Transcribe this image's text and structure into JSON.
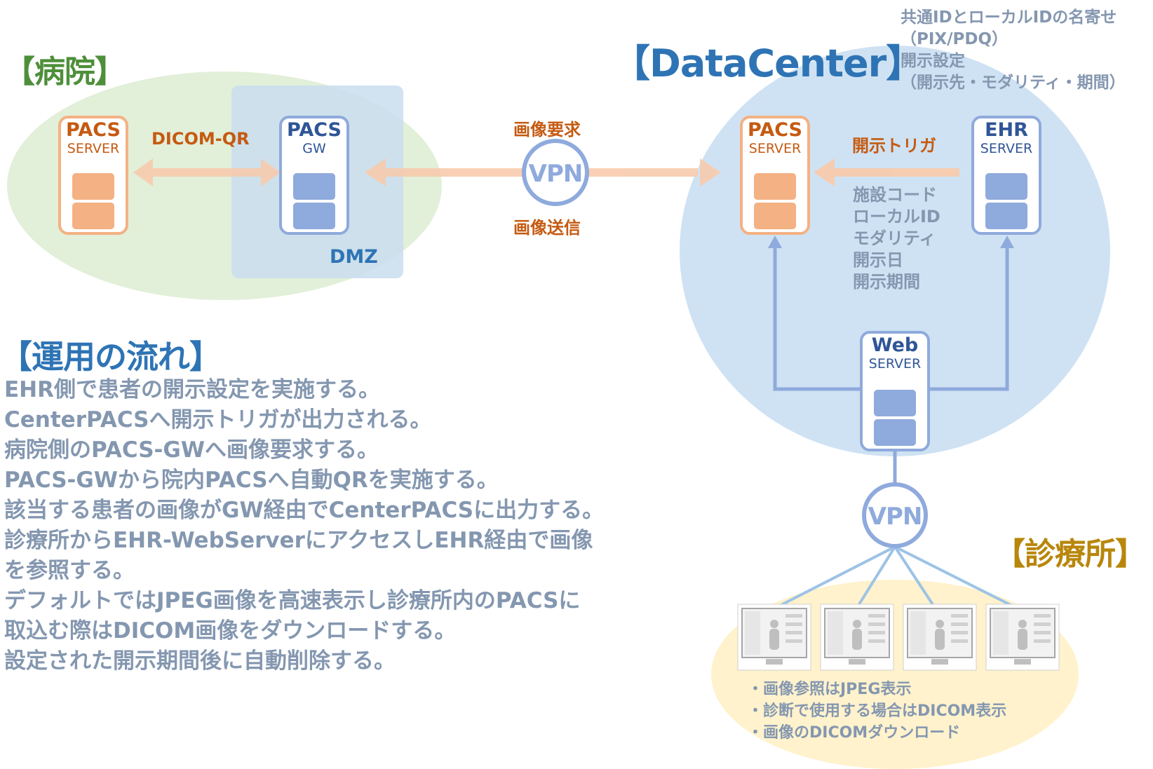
{
  "titles": {
    "hospital": "【病院】",
    "datacenter": "【DataCenter】",
    "operations": "【運用の流れ】",
    "clinic": "【診療所】"
  },
  "servers": {
    "hospital_pacs": {
      "name": "PACS",
      "sub": "SERVER"
    },
    "pacs_gw": {
      "name": "PACS",
      "sub": "GW"
    },
    "dc_pacs": {
      "name": "PACS",
      "sub": "SERVER"
    },
    "dc_ehr": {
      "name": "EHR",
      "sub": "SERVER"
    },
    "dc_web": {
      "name": "Web",
      "sub": "SERVER"
    }
  },
  "labels": {
    "dicom_qr": "DICOM-QR",
    "dmz": "DMZ",
    "image_request": "画像要求",
    "image_send": "画像送信",
    "vpn_top": "VPN",
    "vpn_bottom": "VPN",
    "disclosure_trigger": "開示トリガ"
  },
  "trigger_fields": [
    "施設コード",
    "ローカルID",
    "モダリティ",
    "開示日",
    "開示期間"
  ],
  "dc_notes": [
    "共通IDとローカルIDの名寄せ",
    "（PIX/PDQ）",
    "開示設定",
    "（開示先・モダリティ・期間）"
  ],
  "operation_steps": [
    "EHR側で患者の開示設定を実施する。",
    "CenterPACSへ開示トリガが出力される。",
    "病院側のPACS-GWへ画像要求する。",
    "PACS-GWから院内PACSへ自動QRを実施する。",
    "該当する患者の画像がGW経由でCenterPACSに出力する。",
    "診療所からEHR-WebServerにアクセスしEHR経由で画像",
    "を参照する。",
    "デフォルトではJPEG画像を高速表示し診療所内のPACSに",
    "取込む際はDICOM画像をダウンロードする。",
    "設定された開示期間後に自動削除する。"
  ],
  "clinic_notes": [
    "・画像参照はJPEG表示",
    "・診断で使用する場合はDICOM表示",
    "・画像のDICOMダウンロード"
  ],
  "colors": {
    "hospital_zone": "#e2efd9",
    "dmz_zone": "#c9ddee",
    "datacenter_zone": "#cfe2f3",
    "clinic_zone": "#fff2cc",
    "orange": "#c55a11",
    "blue": "#2e74b5",
    "gray_text": "#8497b0"
  }
}
